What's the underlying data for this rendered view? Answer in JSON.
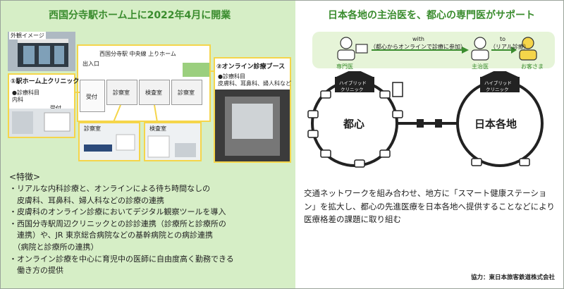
{
  "left": {
    "title": "西国分寺駅ホーム上に2022年4月に開業",
    "exterior_label": "外観イメージ",
    "platform_label": "西国分寺駅 中央線 上りホーム",
    "entrance_label": "出入口",
    "clinic": {
      "title": "①駅ホーム上クリニック",
      "dept_heading": "●診療科目",
      "dept": "内科",
      "reception": "受付"
    },
    "booth": {
      "title": "②オンライン診療ブース",
      "dept_heading": "●診療科目",
      "dept": "皮膚科、耳鼻科、婦人科など"
    },
    "rooms": [
      "受付",
      "診察室",
      "検査室",
      "診察室"
    ],
    "photo_labels": [
      "診察室",
      "検査室"
    ],
    "features_heading": "<特徴>",
    "features": [
      "・リアルな内科診療と、オンラインによる待ち時間なしの",
      "　皮膚科、耳鼻科、婦人科などの診療の連携",
      "・皮膚科のオンライン診療においてデジタル観察ツールを導入",
      "・西国分寺駅周辺クリニックとの診診連携（診療所と診療所の",
      "　連携）や、JR 東京総合病院などの基幹病院との病診連携",
      "　（病院と診療所の連携）",
      "・オンライン診療を中心に育児中の医師に自由度高く勤務できる",
      "　働き方の提供"
    ]
  },
  "right": {
    "title": "日本各地の主治医を、都心の専門医がサポート",
    "with_label": "with",
    "with_sub": "（都心からオンラインで診療に参加）",
    "to_label": "to",
    "to_sub": "（リアル診療）",
    "specialist": "専門医",
    "physician": "主治医",
    "patient": "お客さま",
    "clinic_badge_1": "ハイブリッド",
    "clinic_badge_2": "クリニック",
    "city_label": "都心",
    "regions_label": "日本各地",
    "description": "交通ネットワークを組み合わせ、地方に「スマート健康ステーション」を拡大し、都心の先進医療を日本各地へ提供することなどにより医療格差の課題に取り組む",
    "credit": "協力：東日本旅客鉄道株式会社"
  },
  "colors": {
    "accent_green": "#3a8c2e",
    "panel_green": "#d6eec6",
    "highlight_yellow": "#f5d54a",
    "floor_green": "#9bcf7e"
  }
}
